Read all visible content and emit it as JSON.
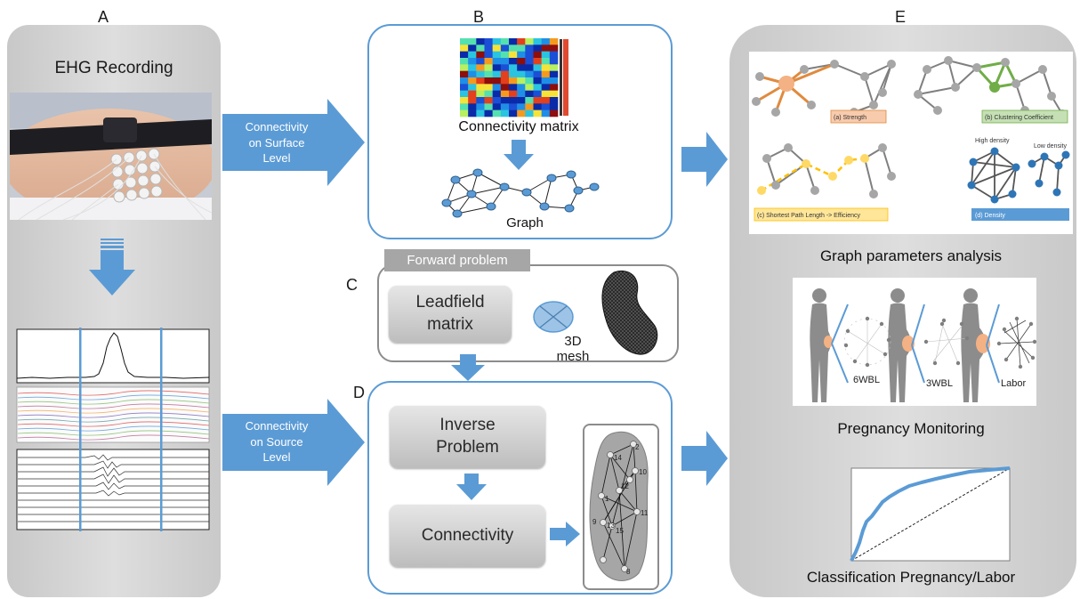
{
  "section_labels": {
    "a": "A",
    "b": "B",
    "c": "C",
    "d": "D",
    "e": "E"
  },
  "panel_a": {
    "title": "EHG Recording"
  },
  "arrows": {
    "surface": {
      "line1": "Connectivity",
      "line2": "on Surface",
      "line3": "Level"
    },
    "source": {
      "line1": "Connectivity",
      "line2": "on Source",
      "line3": "Level"
    }
  },
  "panel_b": {
    "matrix_caption": "Connectivity matrix",
    "graph_caption": "Graph"
  },
  "panel_c": {
    "header": "Forward problem",
    "leadfield_line1": "Leadfield",
    "leadfield_line2": "matrix",
    "mesh_caption": "3D mesh"
  },
  "panel_d": {
    "inverse_line1": "Inverse",
    "inverse_line2": "Problem",
    "connectivity": "Connectivity",
    "node_numbers": [
      "14",
      "10",
      "12",
      "13",
      "11",
      "1",
      "9",
      "15",
      "2",
      "8"
    ]
  },
  "panel_e": {
    "graph_caption": "Graph parameters analysis",
    "pregnancy_caption": "Pregnancy Monitoring",
    "classification_caption": "Classification Pregnancy/Labor",
    "strength_label": "(a) Strength",
    "clustering_label": "(b) Clustering Coefficient",
    "shortest_label": "(c) Shortest Path Length -> Efficiency",
    "density_label": "(d) Density",
    "high_density": "High density",
    "low_density": "Low density",
    "stage_1": "6WBL",
    "stage_2": "3WBL",
    "stage_3": "Labor"
  },
  "colors": {
    "accent_blue": "#5b9bd5",
    "panel_grey": "#d4d4d4",
    "strength": "#f4b183",
    "clustering": "#a9d18e",
    "shortest": "#ffd966",
    "density": "#5b9bd5"
  }
}
